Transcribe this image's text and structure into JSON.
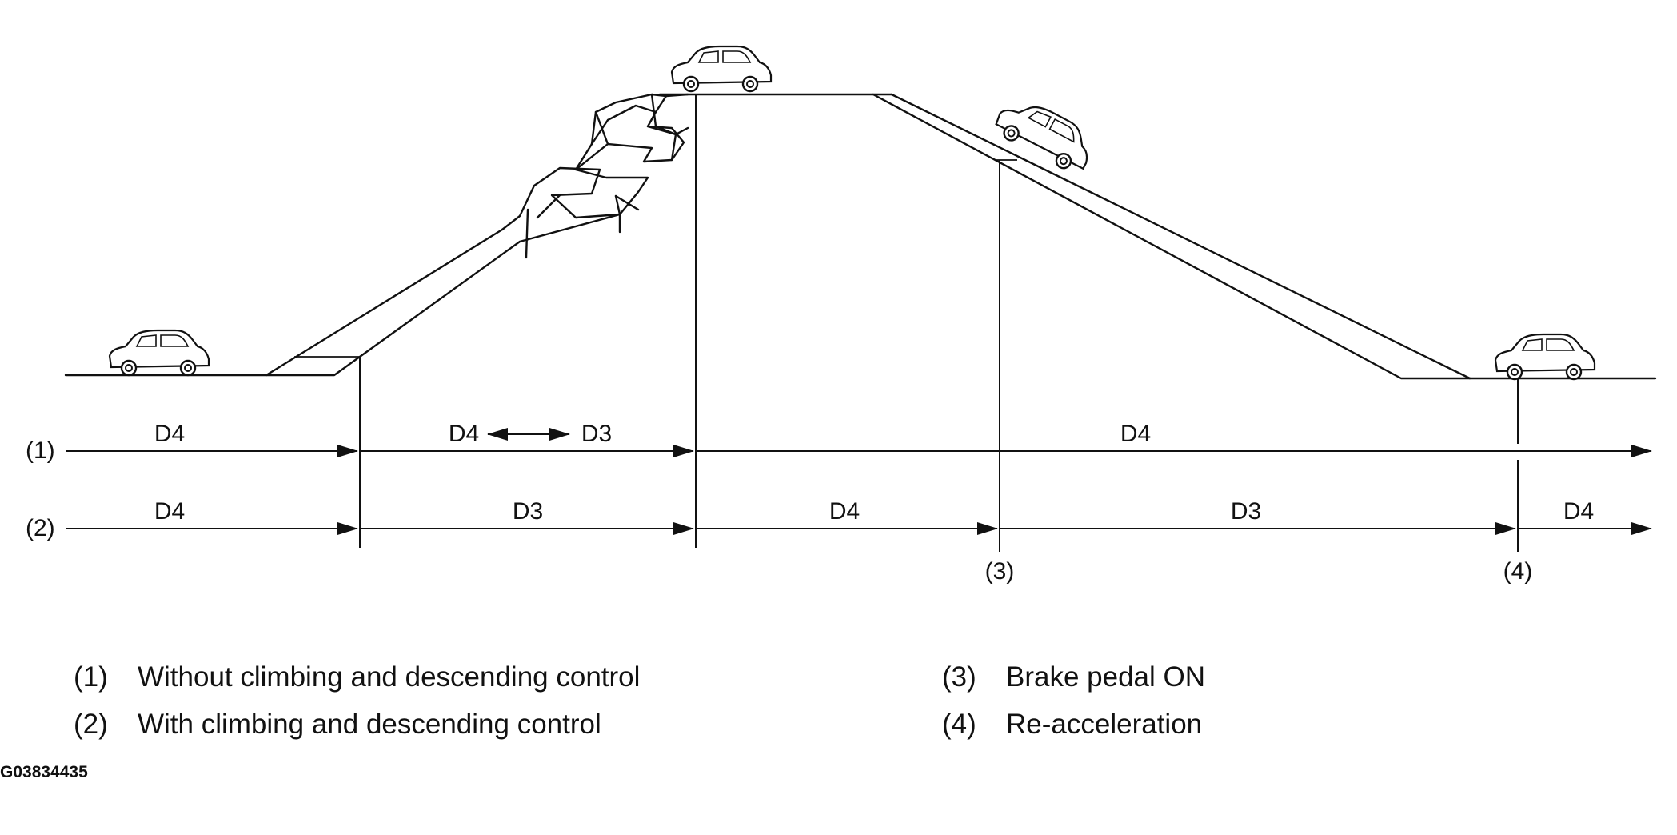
{
  "rows": {
    "row1": {
      "label": "(1)",
      "segments": [
        "D4",
        "D4",
        "D3",
        "D4"
      ]
    },
    "row2": {
      "label": "(2)",
      "segments": [
        "D4",
        "D3",
        "D4",
        "D3",
        "D4"
      ]
    }
  },
  "markers": {
    "m3": "(3)",
    "m4": "(4)"
  },
  "legend": [
    {
      "num": "(1)",
      "text": "Without climbing and descending control"
    },
    {
      "num": "(2)",
      "text": "With climbing and descending control"
    },
    {
      "num": "(3)",
      "text": "Brake pedal ON"
    },
    {
      "num": "(4)",
      "text": "Re-acceleration"
    }
  ],
  "figure_code": "G03834435"
}
